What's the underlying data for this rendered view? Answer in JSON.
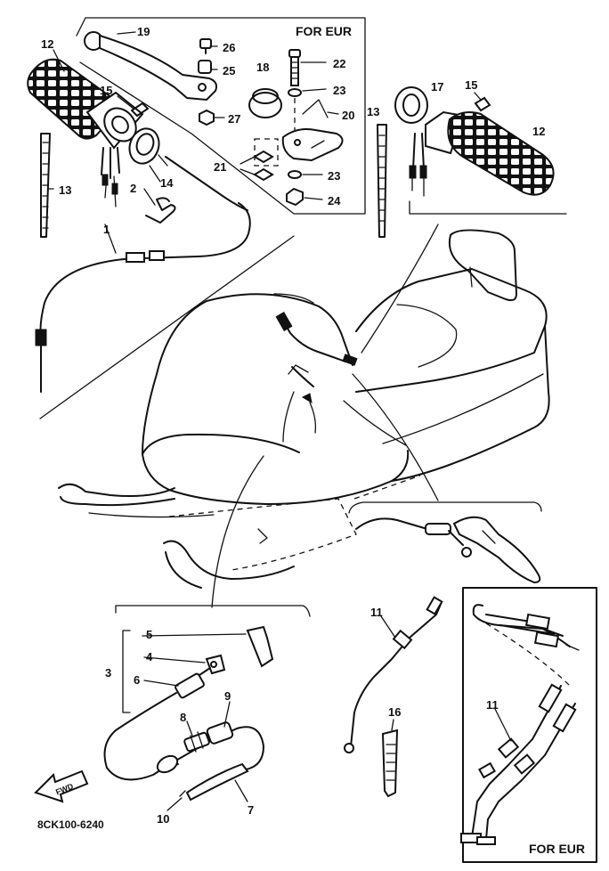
{
  "diagram": {
    "labels": {
      "for_eur_top": "FOR EUR",
      "for_eur_bottom": "FOR EUR",
      "part_code": "8CK100-6240",
      "fwd": "FWD"
    },
    "callouts": [
      {
        "id": "c1",
        "text": "1"
      },
      {
        "id": "c2",
        "text": "2"
      },
      {
        "id": "c3",
        "text": "3"
      },
      {
        "id": "c4",
        "text": "4"
      },
      {
        "id": "c5",
        "text": "5"
      },
      {
        "id": "c6",
        "text": "6"
      },
      {
        "id": "c7",
        "text": "7"
      },
      {
        "id": "c8",
        "text": "8"
      },
      {
        "id": "c9",
        "text": "9"
      },
      {
        "id": "c10",
        "text": "10"
      },
      {
        "id": "c11a",
        "text": "11"
      },
      {
        "id": "c11b",
        "text": "11"
      },
      {
        "id": "c12a",
        "text": "12"
      },
      {
        "id": "c12b",
        "text": "12"
      },
      {
        "id": "c13a",
        "text": "13"
      },
      {
        "id": "c13b",
        "text": "13"
      },
      {
        "id": "c14",
        "text": "14"
      },
      {
        "id": "c15a",
        "text": "15"
      },
      {
        "id": "c15b",
        "text": "15"
      },
      {
        "id": "c16",
        "text": "16"
      },
      {
        "id": "c17",
        "text": "17"
      },
      {
        "id": "c18",
        "text": "18"
      },
      {
        "id": "c19",
        "text": "19"
      },
      {
        "id": "c20",
        "text": "20"
      },
      {
        "id": "c21",
        "text": "21"
      },
      {
        "id": "c22",
        "text": "22"
      },
      {
        "id": "c23a",
        "text": "23"
      },
      {
        "id": "c23b",
        "text": "23"
      },
      {
        "id": "c24",
        "text": "24"
      },
      {
        "id": "c25",
        "text": "25"
      },
      {
        "id": "c26",
        "text": "26"
      },
      {
        "id": "c27",
        "text": "27"
      }
    ]
  }
}
